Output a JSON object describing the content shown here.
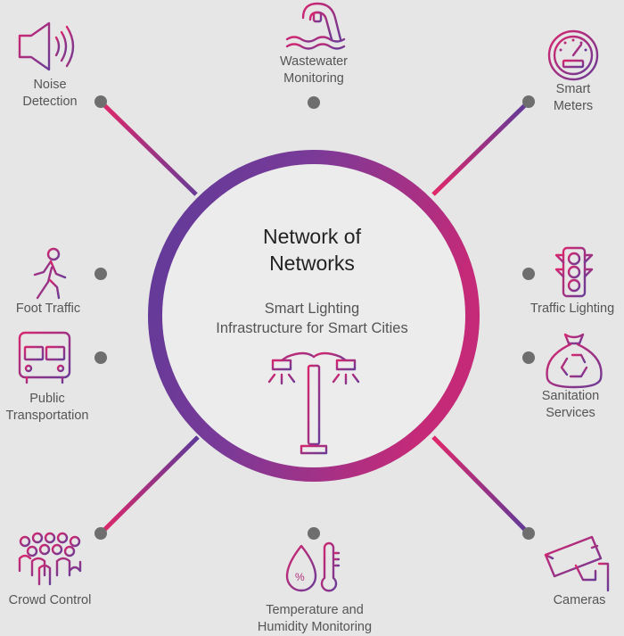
{
  "center": {
    "title_line1": "Network of",
    "title_line2": "Networks",
    "subtitle_line1": "Smart Lighting",
    "subtitle_line2": "Infrastructure for Smart Cities"
  },
  "nodes": {
    "wastewater": {
      "line1": "Wastewater",
      "line2": "Monitoring"
    },
    "smart_meters": {
      "line1": "Smart",
      "line2": "Meters"
    },
    "noise": {
      "line1": "Noise",
      "line2": "Detection"
    },
    "foot_traffic": {
      "line1": "Foot Traffic"
    },
    "traffic_lighting": {
      "line1": "Traffic Lighting"
    },
    "public_transport": {
      "line1": "Public",
      "line2": "Transportation"
    },
    "sanitation": {
      "line1": "Sanitation",
      "line2": "Services"
    },
    "crowd_control": {
      "line1": "Crowd Control"
    },
    "temperature": {
      "line1": "Temperature and",
      "line2": "Humidity Monitoring"
    },
    "cameras": {
      "line1": "Cameras"
    }
  },
  "colors": {
    "background": "#e6e6e6",
    "purple": "#6a3b96",
    "magenta": "#d6266f",
    "dot": "#6e6e6e",
    "text": "#555555"
  },
  "icons": [
    "speaker-icon",
    "wastewater-pipe-icon",
    "speedometer-meter-icon",
    "walking-person-icon",
    "traffic-light-icon",
    "bus-icon",
    "recycling-bag-icon",
    "crowd-icon",
    "thermometer-drop-icon",
    "security-camera-icon",
    "street-lamp-icon"
  ]
}
